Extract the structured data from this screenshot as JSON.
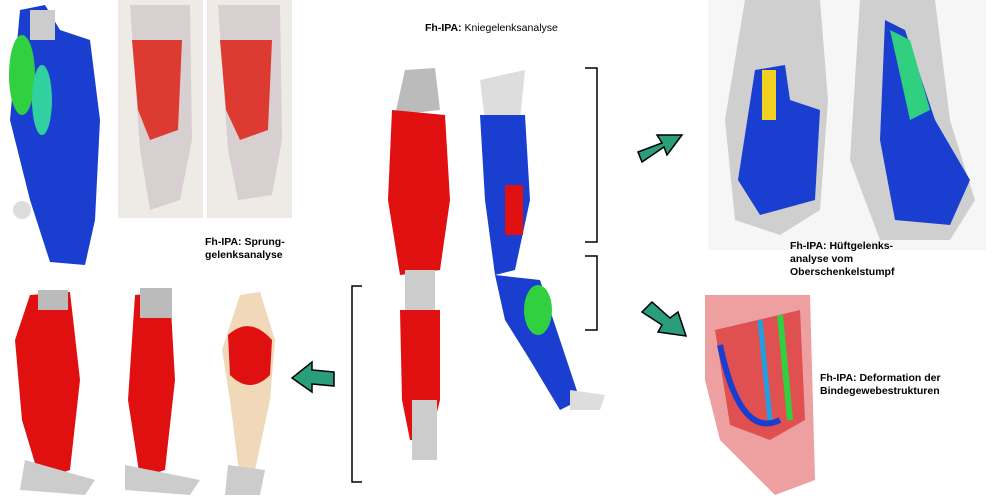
{
  "labels": {
    "knee": {
      "prefix": "Fh-IPA:",
      "text": "Kniegelenksanalyse"
    },
    "ankle": {
      "prefix": "Fh-IPA:",
      "line1": "Sprung-",
      "line2": "gelenksanalyse"
    },
    "hip": {
      "prefix": "Fh-IPA:",
      "line1": "Hüftgelenks-",
      "line2": "analyse vom",
      "line3": "Oberschenkelstumpf"
    },
    "deformation": {
      "prefix": "Fh-IPA:",
      "line1": "Deformation der",
      "line2": "Bindegewebestrukturen"
    }
  },
  "colors": {
    "arrow": "#2a9d7a",
    "muscle_red": "#e01010",
    "muscle_blue": "#1a3fd0",
    "muscle_green": "#30d040",
    "bone": "#c8c8c8"
  }
}
